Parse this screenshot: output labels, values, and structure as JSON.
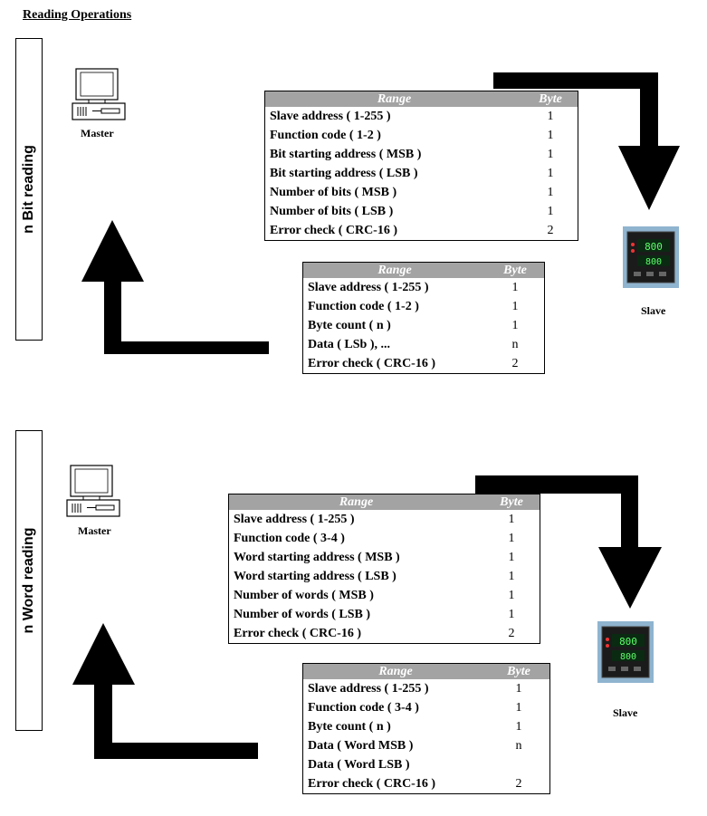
{
  "page_title": "Reading Operations",
  "icons": {
    "master": "computer-icon",
    "slave": "controller-device-icon"
  },
  "sections": [
    {
      "side_label": "n Bit reading",
      "master_label": "Master",
      "slave_label": "Slave",
      "request": {
        "header": {
          "range": "Range",
          "byte": "Byte"
        },
        "rows": [
          {
            "range": "Slave address ( 1-255 )",
            "byte": "1"
          },
          {
            "range": "Function code ( 1-2 )",
            "byte": "1"
          },
          {
            "range": "Bit starting address ( MSB )",
            "byte": "1"
          },
          {
            "range": "Bit starting address ( LSB )",
            "byte": "1"
          },
          {
            "range": "Number of bits ( MSB )",
            "byte": "1"
          },
          {
            "range": "Number of bits ( LSB )",
            "byte": "1"
          },
          {
            "range": "Error check ( CRC-16 )",
            "byte": "2"
          }
        ]
      },
      "response": {
        "header": {
          "range": "Range",
          "byte": "Byte"
        },
        "rows": [
          {
            "range": "Slave address ( 1-255 )",
            "byte": "1"
          },
          {
            "range": "Function  code ( 1-2 )",
            "byte": "1"
          },
          {
            "range": "Byte count ( n )",
            "byte": "1"
          },
          {
            "range": "Data ( LSb ), ...",
            "byte": "n"
          },
          {
            "range": "Error check ( CRC-16 )",
            "byte": "2"
          }
        ]
      }
    },
    {
      "side_label": "n Word reading",
      "master_label": "Master",
      "slave_label": "Slave",
      "request": {
        "header": {
          "range": "Range",
          "byte": "Byte"
        },
        "rows": [
          {
            "range": "Slave address ( 1-255 )",
            "byte": "1"
          },
          {
            "range": "Function code ( 3-4 )",
            "byte": "1"
          },
          {
            "range": "Word starting address ( MSB )",
            "byte": "1"
          },
          {
            "range": "Word starting address ( LSB )",
            "byte": "1"
          },
          {
            "range": "Number of words ( MSB )",
            "byte": "1"
          },
          {
            "range": "Number of words ( LSB )",
            "byte": "1"
          },
          {
            "range": "Error check ( CRC-16 )",
            "byte": "2"
          }
        ]
      },
      "response": {
        "header": {
          "range": "Range",
          "byte": "Byte"
        },
        "rows": [
          {
            "range": "Slave address ( 1-255 )",
            "byte": "1"
          },
          {
            "range": "Function code ( 3-4 )",
            "byte": "1"
          },
          {
            "range": "Byte count ( n )",
            "byte": "1"
          },
          {
            "range": "Data ( Word MSB )",
            "byte": "n"
          },
          {
            "range": "Data ( Word LSB )",
            "byte": ""
          },
          {
            "range": "Error check ( CRC-16 )",
            "byte": "2"
          }
        ]
      }
    }
  ]
}
